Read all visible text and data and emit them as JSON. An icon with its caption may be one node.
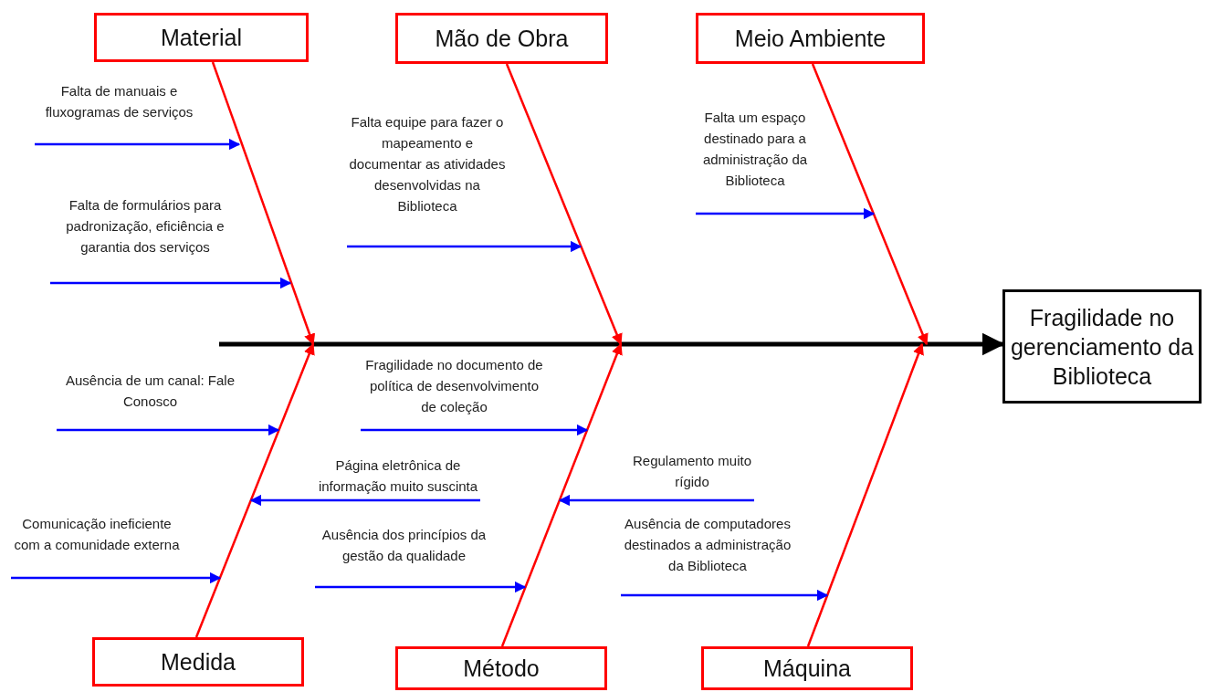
{
  "diagram": {
    "nodes": [
      {
        "text": [
          "Material"
        ]
      },
      {
        "text": [
          "Mão de Obra"
        ]
      },
      {
        "text": [
          "Meio Ambiente"
        ]
      },
      {
        "text": [
          "Medida"
        ]
      },
      {
        "text": [
          "Método"
        ]
      },
      {
        "text": [
          "Máquina"
        ]
      },
      {
        "text": [
          "Fragilidade no gerenciamento da Biblioteca"
        ]
      },
      {
        "text": [
          "Falta de manuais e fluxogramas de serviços"
        ]
      },
      {
        "text": [
          "Falta de formulários para padronização, eficiência e garantia dos serviços"
        ]
      },
      {
        "text": [
          "Falta equipe para fazer o mapeamento e documentar as atividades desenvolvidas na Biblioteca"
        ]
      },
      {
        "text": [
          "Falta um espaço destinado para a administração da Biblioteca"
        ]
      },
      {
        "text": [
          "Ausência de um canal: Fale Conosco"
        ]
      },
      {
        "text": [
          "Fragilidade no documento de política de desenvolvimento de coleção"
        ]
      },
      {
        "text": [
          "Página eletrônica de informação muito suscinta"
        ]
      },
      {
        "text": [
          "Regulamento muito rígido"
        ]
      },
      {
        "text": [
          "Comunicação ineficiente com a comunidade externa"
        ]
      },
      {
        "text": [
          "Ausência dos princípios da gestão da qualidade"
        ]
      },
      {
        "text": [
          "Ausência de computadores destinados a administração da Biblioteca"
        ]
      }
    ],
    "edges": [
      {
        "from": null,
        "to": 6,
        "arrow": "to",
        "style": "thick",
        "color": "#000000"
      },
      {
        "from": 0,
        "to": null,
        "arrow": "to",
        "color": "#ff0000"
      },
      {
        "from": 1,
        "to": null,
        "arrow": "to",
        "color": "#ff0000"
      },
      {
        "from": 2,
        "to": null,
        "arrow": "to",
        "color": "#ff0000"
      },
      {
        "from": 3,
        "to": null,
        "arrow": "to",
        "color": "#ff0000"
      },
      {
        "from": 4,
        "to": null,
        "arrow": "to",
        "color": "#ff0000"
      },
      {
        "from": 5,
        "to": null,
        "arrow": "to",
        "color": "#ff0000"
      },
      {
        "from": 7,
        "to": null,
        "arrow": "to"
      },
      {
        "from": 8,
        "to": null,
        "arrow": "to"
      },
      {
        "from": 9,
        "to": null,
        "arrow": "to"
      },
      {
        "from": 10,
        "to": null,
        "arrow": "to"
      },
      {
        "from": 11,
        "to": null,
        "arrow": "to"
      },
      {
        "from": 12,
        "to": null,
        "arrow": "to"
      },
      {
        "from": 13,
        "to": null,
        "arrow": "to"
      },
      {
        "from": 14,
        "to": null,
        "arrow": "to"
      },
      {
        "from": 15,
        "to": null,
        "arrow": "to"
      },
      {
        "from": 16,
        "to": null,
        "arrow": "to"
      },
      {
        "from": 17,
        "to": null,
        "arrow": "to"
      }
    ]
  }
}
